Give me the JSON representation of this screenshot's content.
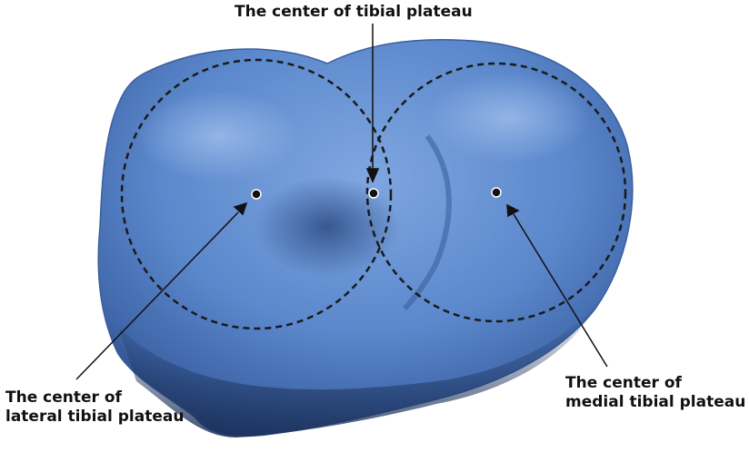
{
  "labels": {
    "top": "The center of tibial plateau",
    "left_line1": "The center of",
    "left_line2": "lateral tibial plateau",
    "right_line1": "The center of",
    "right_line2": "medial tibial plateau"
  },
  "colors": {
    "surface": "#5b88cc",
    "surface_dark": "#2c4a80",
    "outline": "#1a1a1a",
    "marker": "#111111",
    "background": "#ffffff"
  }
}
